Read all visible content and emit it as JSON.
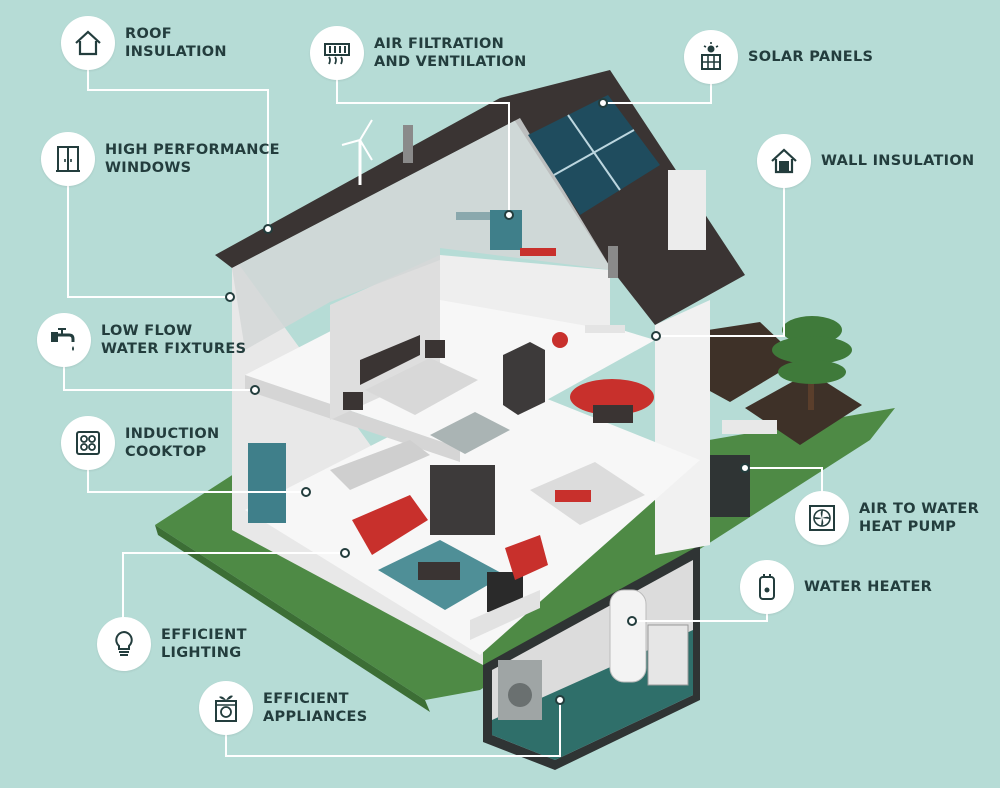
{
  "callouts": {
    "roof_insulation": {
      "line1": "ROOF",
      "line2": "INSULATION",
      "icon": "house-outline-icon"
    },
    "air_filtration": {
      "line1": "AIR FILTRATION",
      "line2": "AND VENTILATION",
      "icon": "air-vent-icon"
    },
    "solar_panels": {
      "line1": "SOLAR PANELS",
      "icon": "solar-panel-icon"
    },
    "windows": {
      "line1": "HIGH PERFORMANCE",
      "line2": "WINDOWS",
      "icon": "window-icon"
    },
    "wall_insulation": {
      "line1": "WALL INSULATION",
      "icon": "house-wall-icon"
    },
    "low_flow": {
      "line1": "LOW FLOW",
      "line2": "WATER FIXTURES",
      "icon": "faucet-icon"
    },
    "induction": {
      "line1": "INDUCTION",
      "line2": "COOKTOP",
      "icon": "cooktop-icon"
    },
    "heat_pump": {
      "line1": "AIR TO WATER",
      "line2": "HEAT PUMP",
      "icon": "fan-icon"
    },
    "water_heater": {
      "line1": "WATER HEATER",
      "icon": "water-heater-icon"
    },
    "lighting": {
      "line1": "EFFICIENT",
      "line2": "LIGHTING",
      "icon": "light-bulb-icon"
    },
    "appliances": {
      "line1": "EFFICIENT",
      "line2": "APPLIANCES",
      "icon": "washing-machine-icon"
    }
  },
  "colors": {
    "background": "#b6dcd6",
    "roof": "#3a3433",
    "accent_red": "#c8302c",
    "grass": "#4e8a45",
    "text": "#233d3d"
  }
}
